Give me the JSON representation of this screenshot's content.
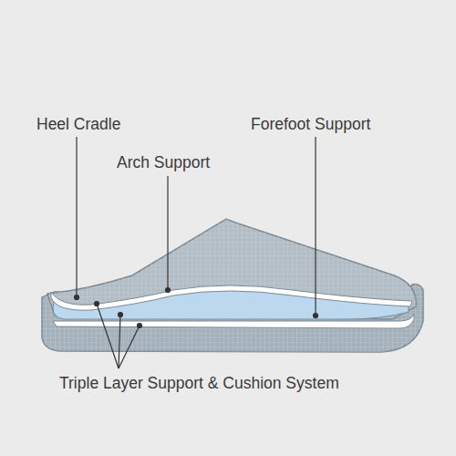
{
  "diagram": {
    "labels": [
      "Heel Cradle",
      "Arch Support",
      "Forefoot Support",
      "Triple Layer Support & Cushion System"
    ]
  }
}
